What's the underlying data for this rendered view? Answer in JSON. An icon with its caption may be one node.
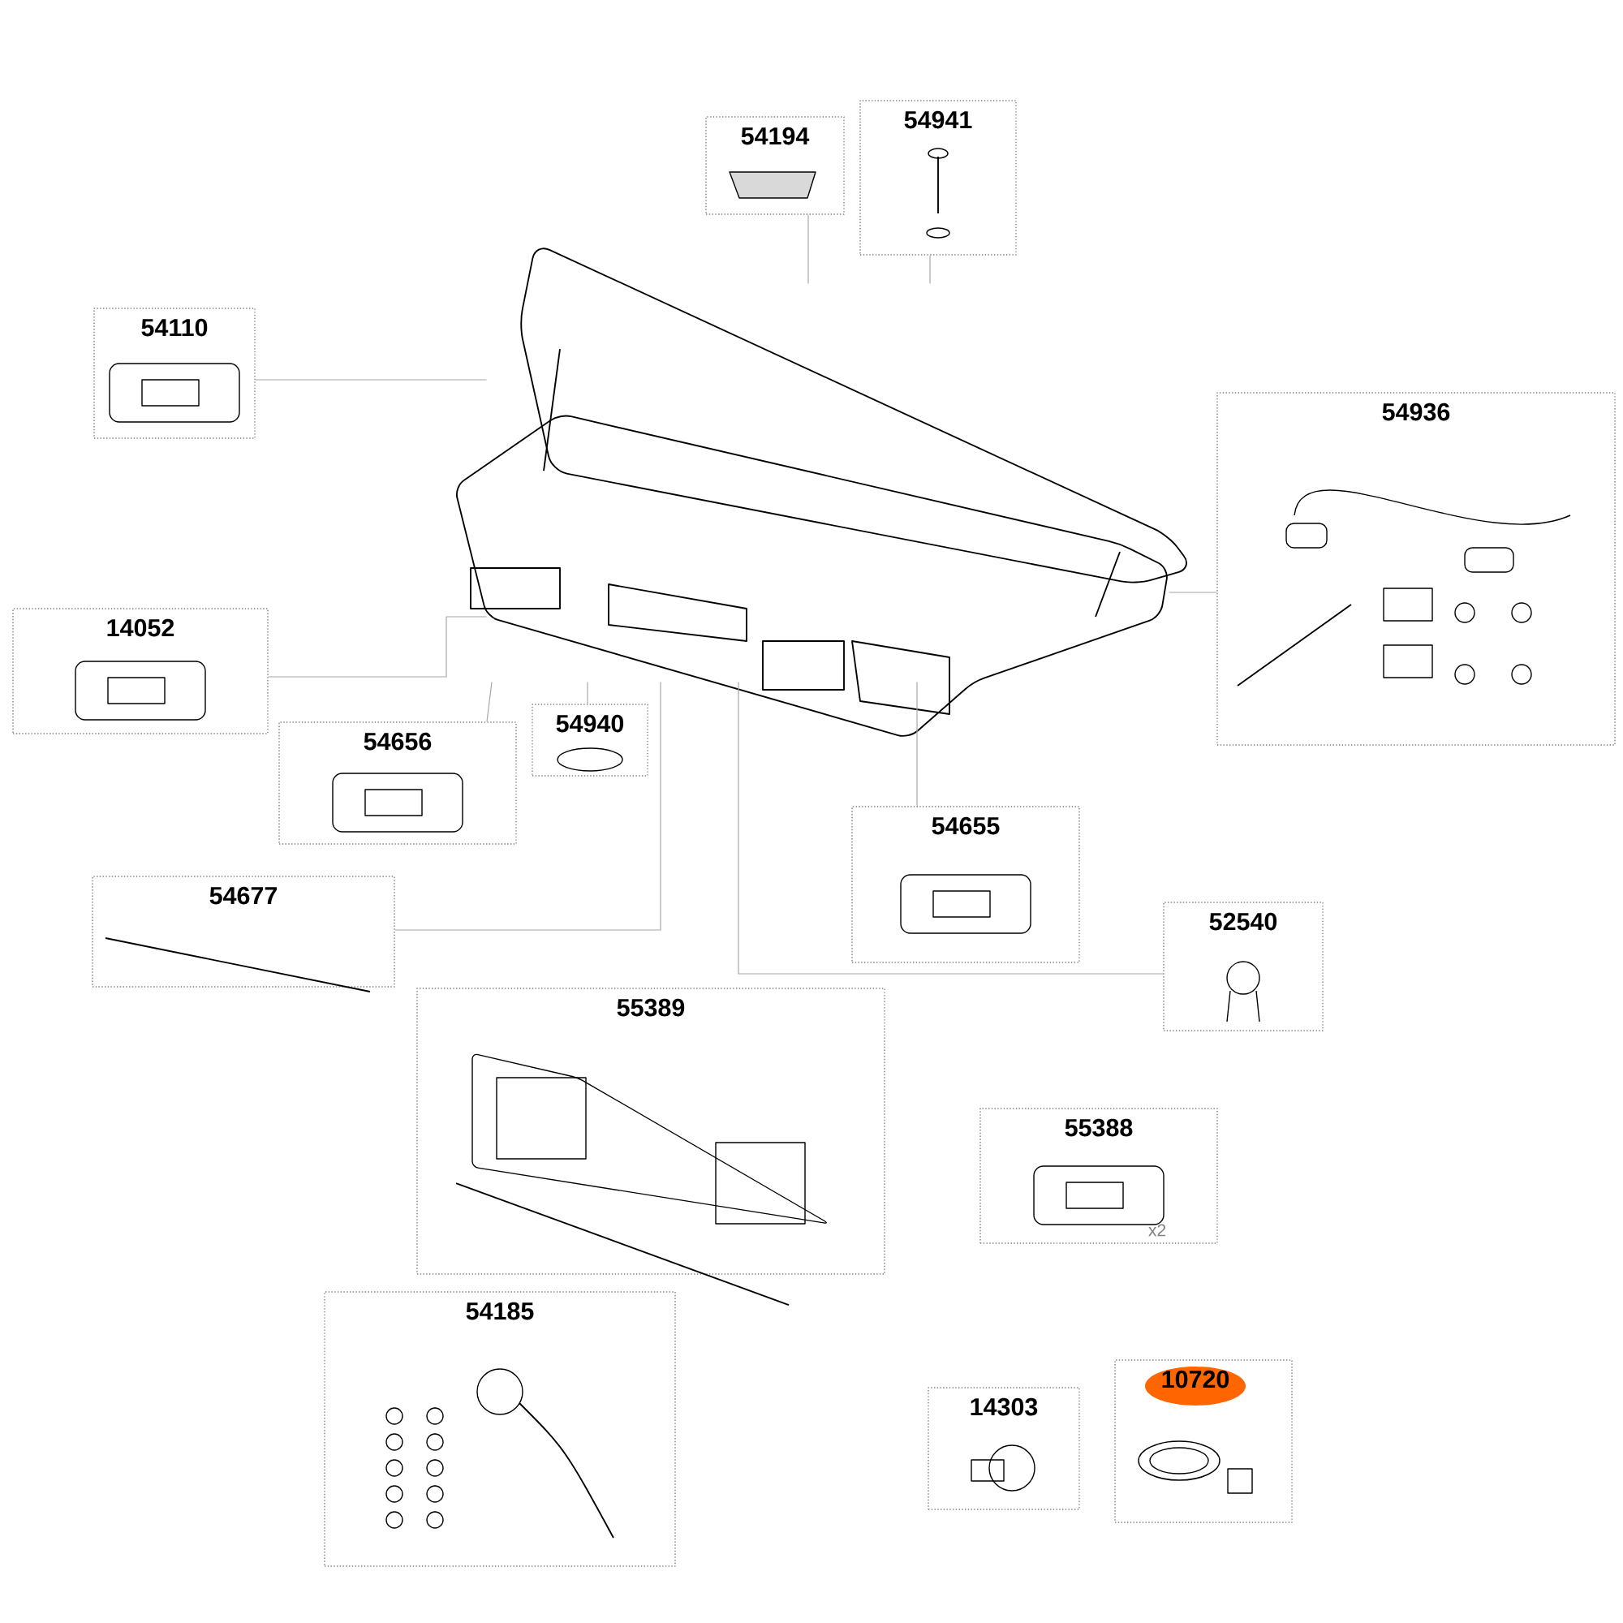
{
  "diagram": {
    "nodes": [
      {
        "text": [],
        "shape": "picture"
      },
      {
        "text": [
          "54194"
        ]
      },
      {
        "text": [
          "54941"
        ]
      },
      {
        "text": [
          "54110"
        ]
      },
      {
        "text": [
          "54936"
        ]
      },
      {
        "text": [
          "14052"
        ]
      },
      {
        "text": [
          "54940"
        ]
      },
      {
        "text": [
          "54656"
        ]
      },
      {
        "text": [
          "54655"
        ]
      },
      {
        "text": [
          "54677"
        ]
      },
      {
        "text": [
          "52540"
        ]
      },
      {
        "text": [
          "55389"
        ]
      },
      {
        "text": [
          "55388",
          "x2"
        ]
      },
      {
        "text": [
          "54185"
        ]
      },
      {
        "text": [
          "14303"
        ]
      },
      {
        "text": [
          "10720"
        ]
      }
    ],
    "edges": [
      {
        "from": 1,
        "to": 0,
        "arrow": "none"
      },
      {
        "from": 2,
        "to": 0,
        "arrow": "none"
      },
      {
        "from": 3,
        "to": 0,
        "arrow": "none"
      },
      {
        "from": 4,
        "to": 0,
        "arrow": "none"
      },
      {
        "from": 5,
        "to": 0,
        "arrow": "none"
      },
      {
        "from": 6,
        "to": 0,
        "arrow": "none"
      },
      {
        "from": 7,
        "to": 0,
        "arrow": "none"
      },
      {
        "from": 8,
        "to": 0,
        "arrow": "none"
      },
      {
        "from": 9,
        "to": 0,
        "arrow": "none"
      },
      {
        "from": 10,
        "to": 0,
        "arrow": "none"
      }
    ]
  }
}
